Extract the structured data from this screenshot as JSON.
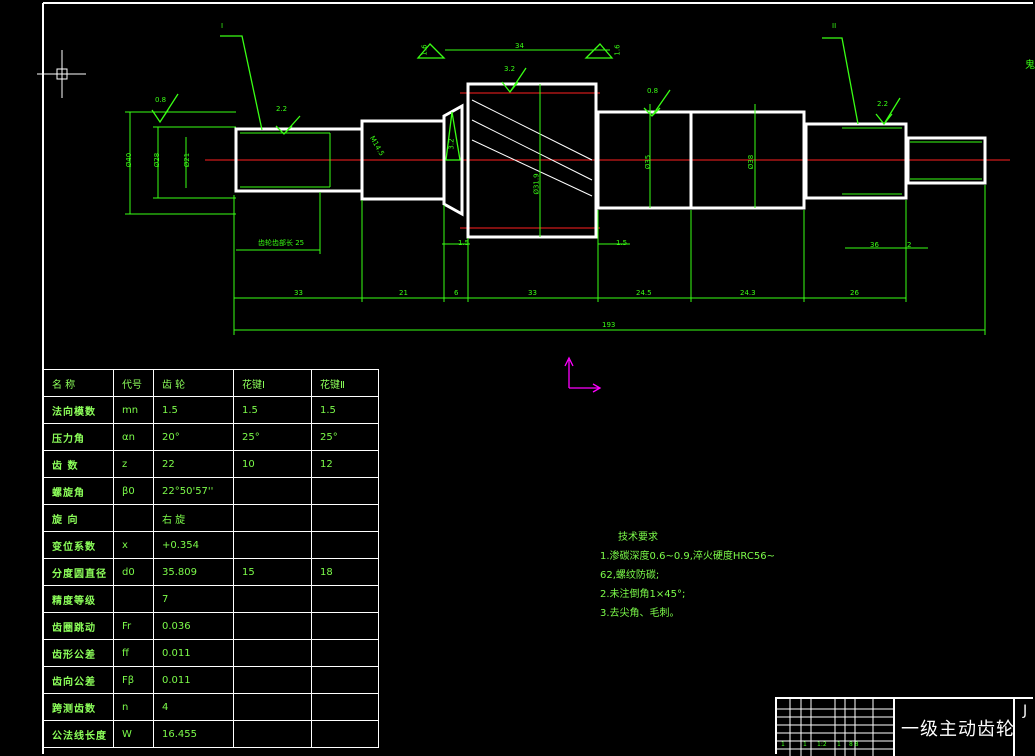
{
  "drawing": {
    "callout_left": "I",
    "callout_right": "II",
    "edge_char": "鬼",
    "roughness": [
      "1.6",
      "1.6",
      "2.2",
      "0.8",
      "3.2",
      "0.8",
      "2.2",
      "3.2"
    ],
    "thread_note": "M14.5",
    "thread_length_note": "齿轮齿部长 25",
    "diameters": [
      "Ø40",
      "Ø28",
      "Ø21",
      "Ø31.9",
      "Ø35",
      "Ø38"
    ],
    "top_dim": "34",
    "small_dims": [
      "1.5",
      "1.5",
      "36",
      "2"
    ],
    "segment_dims": [
      "33",
      "21",
      "6",
      "33",
      "24.5",
      "24.3",
      "26"
    ],
    "overall_dim": "193"
  },
  "table": {
    "headers": [
      "名  称",
      "代号",
      "齿  轮",
      "花键Ⅰ",
      "花键Ⅱ"
    ],
    "rows": [
      [
        "法向模数",
        "mn",
        "1.5",
        "1.5",
        "1.5"
      ],
      [
        "压力角",
        "αn",
        "20°",
        "25°",
        "25°"
      ],
      [
        "齿  数",
        "z",
        "22",
        "10",
        "12"
      ],
      [
        "螺旋角",
        "β0",
        "22°50'57''",
        "",
        ""
      ],
      [
        "旋  向",
        "",
        "右  旋",
        "",
        ""
      ],
      [
        "变位系数",
        "x",
        "+0.354",
        "",
        ""
      ],
      [
        "分度圆直径",
        "d0",
        "35.809",
        "15",
        "18"
      ],
      [
        "精度等级",
        "",
        "7",
        "",
        ""
      ],
      [
        "齿圈跳动",
        "Fr",
        "0.036",
        "",
        ""
      ],
      [
        "齿形公差",
        "ff",
        "0.011",
        "",
        ""
      ],
      [
        "齿向公差",
        "Fβ",
        "0.011",
        "",
        ""
      ],
      [
        "跨测齿数",
        "n",
        "4",
        "",
        ""
      ],
      [
        "公法线长度",
        "W",
        "16.455",
        "",
        ""
      ]
    ]
  },
  "tech_requirements": {
    "title": "技术要求",
    "lines": [
      "1.渗碳深度0.6~0.9,淬火硬度HRC56~",
      "62,螺纹防碳;",
      "2.未注倒角1×45°;",
      "3.去尖角、毛刺。"
    ]
  },
  "title_block": {
    "part_name": "一级主动齿轮",
    "code": "J",
    "grid_labels": [
      "1",
      "1",
      "1:2",
      "1",
      "8 8"
    ]
  },
  "colors": {
    "outline": "#ffffff",
    "dimension": "#39ff14",
    "centerline": "#ff2020",
    "ucs": "#ff00ff"
  }
}
